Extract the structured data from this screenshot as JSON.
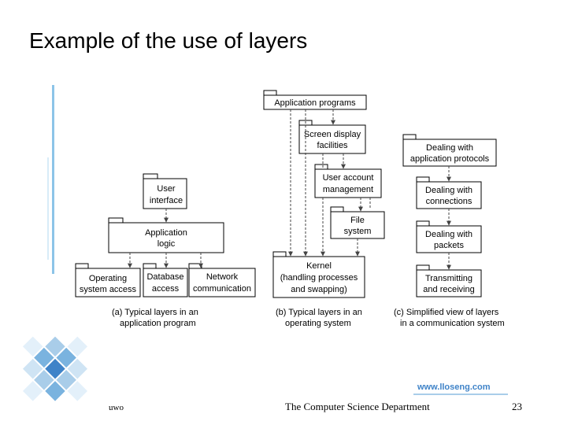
{
  "slide": {
    "title": "Example of the use of layers",
    "website": "www.lloseng.com",
    "footer_left": "uwo",
    "footer_center": "The Computer Science Department",
    "page_number": "23"
  },
  "diagram_a": {
    "user_interface": [
      "User",
      "interface"
    ],
    "application_logic": [
      "Application",
      "logic"
    ],
    "operating_system_access": [
      "Operating",
      "system access"
    ],
    "database_access": [
      "Database",
      "access"
    ],
    "network_communication": [
      "Network",
      "communication"
    ],
    "caption": [
      "(a) Typical layers in an",
      "application program"
    ]
  },
  "diagram_b": {
    "application_programs": "Application programs",
    "screen_display": [
      "Screen display",
      "facilities"
    ],
    "user_account": [
      "User account",
      "management"
    ],
    "file_system": [
      "File",
      "system"
    ],
    "kernel": [
      "Kernel",
      "(handling processes",
      "and swapping)"
    ],
    "caption": [
      "(b) Typical layers in an",
      "operating system"
    ]
  },
  "diagram_c": {
    "app_protocols": [
      "Dealing with",
      "application protocols"
    ],
    "connections": [
      "Dealing with",
      "connections"
    ],
    "packets": [
      "Dealing with",
      "packets"
    ],
    "transmitting": [
      "Transmitting",
      "and receiving"
    ],
    "caption": [
      "(c) Simplified view of layers",
      "in a communication system"
    ]
  },
  "colors": {
    "accent": "#8cc4e8",
    "website_text": "#3f83c8"
  }
}
